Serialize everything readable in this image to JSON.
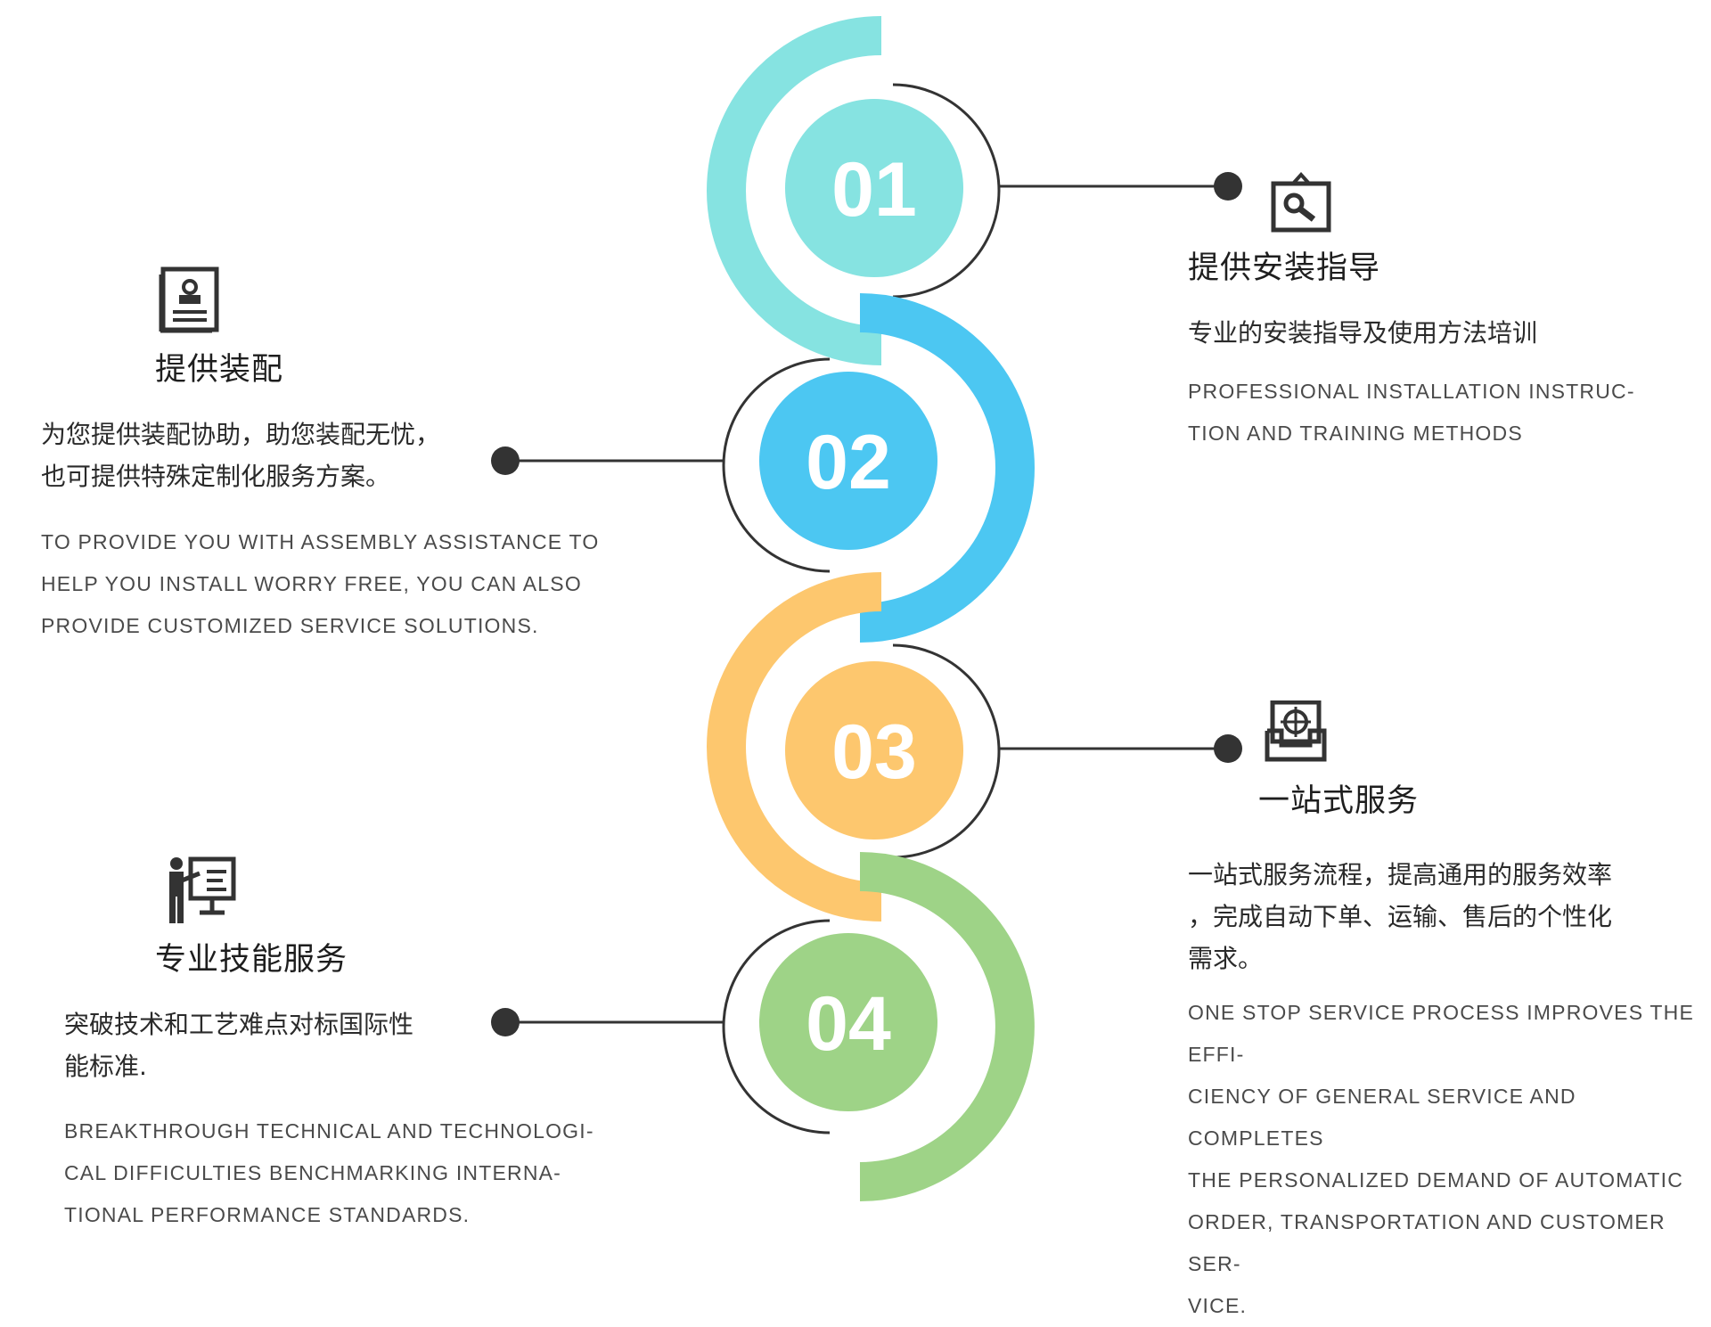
{
  "colors": {
    "step1": "#86e3e1",
    "step2": "#4cc7f2",
    "step3": "#fdc76e",
    "step4": "#9ed387",
    "ink": "#333333"
  },
  "steps": [
    {
      "number": "01",
      "icon": "screen-wrench-icon",
      "title": "提供安装指导",
      "zh": [
        "专业的安装指导及使用方法培训"
      ],
      "en": [
        "PROFESSIONAL INSTALLATION INSTRUC-",
        "TION AND TRAINING METHODS"
      ]
    },
    {
      "number": "02",
      "icon": "id-card-person-icon",
      "title": "提供装配",
      "zh": [
        "为您提供装配协助，助您装配无忧，",
        "也可提供特殊定制化服务方案。"
      ],
      "en": [
        "TO PROVIDE YOU WITH ASSEMBLY ASSISTANCE TO",
        "HELP YOU INSTALL WORRY FREE, YOU CAN ALSO",
        "PROVIDE CUSTOMIZED SERVICE SOLUTIONS."
      ]
    },
    {
      "number": "03",
      "icon": "inbox-target-icon",
      "title": "一站式服务",
      "zh": [
        "一站式服务流程，提高通用的服务效率",
        "，完成自动下单、运输、售后的个性化",
        "需求。"
      ],
      "en": [
        "ONE STOP SERVICE PROCESS IMPROVES THE EFFI-",
        "CIENCY OF GENERAL SERVICE AND COMPLETES",
        "THE PERSONALIZED DEMAND OF AUTOMATIC",
        "ORDER, TRANSPORTATION AND CUSTOMER SER-",
        "VICE."
      ]
    },
    {
      "number": "04",
      "icon": "presenter-board-icon",
      "title": "专业技能服务",
      "zh": [
        "突破技术和工艺难点对标国际性",
        "能标准."
      ],
      "en": [
        "BREAKTHROUGH TECHNICAL AND TECHNOLOGI-",
        "CAL DIFFICULTIES BENCHMARKING INTERNA-",
        "TIONAL PERFORMANCE STANDARDS."
      ]
    }
  ]
}
